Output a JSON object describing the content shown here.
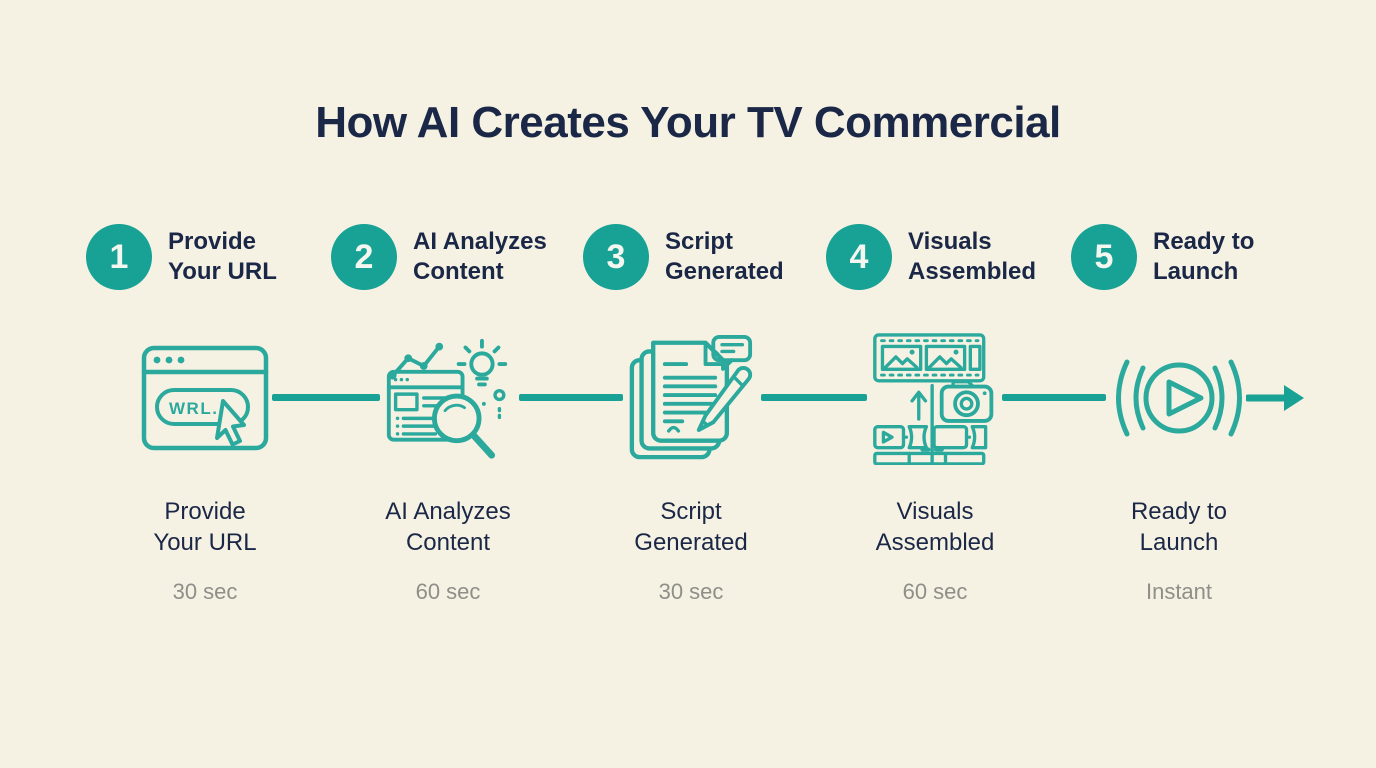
{
  "title": "How AI Creates Your TV Commercial",
  "colors": {
    "background": "#f5f2e4",
    "teal": "#17a295",
    "icon_teal": "#2ba99c",
    "navy": "#1b2746",
    "muted_grey": "#8f8e89"
  },
  "steps": [
    {
      "number": "1",
      "header_lines": [
        "Provide",
        "Your URL"
      ],
      "label_lines": [
        "Provide",
        "Your URL"
      ],
      "time": "30 sec",
      "icon": "browser-url-icon",
      "icon_text": "WRL."
    },
    {
      "number": "2",
      "header_lines": [
        "AI Analyzes",
        "Content"
      ],
      "label_lines": [
        "AI Analyzes",
        "Content"
      ],
      "time": "60 sec",
      "icon": "analyze-content-icon"
    },
    {
      "number": "3",
      "header_lines": [
        "Script",
        "Generated"
      ],
      "label_lines": [
        "Script",
        "Generated"
      ],
      "time": "30 sec",
      "icon": "script-generated-icon"
    },
    {
      "number": "4",
      "header_lines": [
        "Visuals",
        "Assembled"
      ],
      "label_lines": [
        "Visuals",
        "Assembled"
      ],
      "time": "60 sec",
      "icon": "visuals-assembled-icon"
    },
    {
      "number": "5",
      "header_lines": [
        "Ready to",
        "Launch"
      ],
      "label_lines": [
        "Ready to",
        "Launch"
      ],
      "time": "Instant",
      "icon": "ready-launch-icon"
    }
  ]
}
